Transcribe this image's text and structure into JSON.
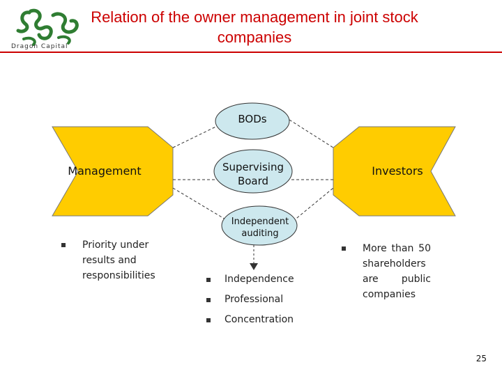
{
  "logo": {
    "text": "Dragon Capital"
  },
  "title": "Relation of the owner management in joint stock companies",
  "colors": {
    "title": "#cc0000",
    "yellow": "#ffcc00",
    "ellipse": "#cde8ee",
    "dash": "#333333"
  },
  "nodes": {
    "bods": "BODs",
    "supervising_board": "Supervising Board",
    "independent_auditing": "Independent auditing",
    "management": "Management",
    "investors": "Investors"
  },
  "management_bullets": [
    "Priority under results and responsibilities"
  ],
  "auditing_bullets": [
    "Independence",
    "Professional",
    "Concentration"
  ],
  "investors_bullets": [
    "More than 50 shareholders are public companies"
  ],
  "page_number": "25"
}
